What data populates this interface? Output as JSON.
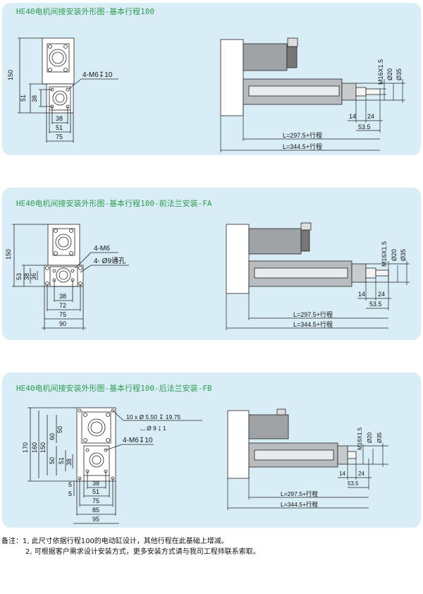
{
  "panels": [
    {
      "title": "HE40电机间接安装外形图-基本行程100",
      "dims": {
        "h150": "150",
        "h51": "51",
        "h38": "38",
        "w38": "38",
        "w51": "51",
        "w75": "75",
        "thread": "4-M6",
        "depth": "10",
        "dia20": "Ø20",
        "dia35": "Ø35",
        "thread_rod": "M16X1.5",
        "d14": "14",
        "d24": "24",
        "d53": "53.5",
        "len1": "L=297.5+行程",
        "len2": "L=344.5+行程"
      }
    },
    {
      "title": "HE40电机间接安装外形图-基本行程100-前法兰安装-FA",
      "dims": {
        "h150": "150",
        "h53": "53",
        "h38": "38",
        "h36": "36",
        "w38": "38",
        "w72": "72",
        "w75": "75",
        "w90": "90",
        "thread": "4-M6",
        "hole": "4- Ø9通孔",
        "dia20": "Ø20",
        "dia35": "Ø35",
        "thread_rod": "M16X1.5",
        "d14": "14",
        "d24": "24",
        "d53": "53.5",
        "len1": "L=297.5+行程",
        "len2": "L=344.5+行程"
      }
    },
    {
      "title": "HE40电机间接安装外形图-基本行程100-后法兰安装-FB",
      "dims": {
        "h170": "170",
        "h160": "160",
        "h150": "150",
        "h60": "60",
        "h50a": "50",
        "h50b": "50",
        "h51": "51",
        "h38": "38",
        "w5a": "5",
        "w5b": "5",
        "w38": "38",
        "w51": "51",
        "w75": "75",
        "w85": "85",
        "w95": "95",
        "holes_spec": "10 x  Ø 5.50  ↧ 19.75",
        "cbore_spec": "⌴ Ø 9  ↧ 1",
        "thread": "4-M6",
        "depth": "10",
        "dia20": "Ø20",
        "dia35": "Ø35",
        "thread_rod": "M16X1.5",
        "d14": "14",
        "d24": "24",
        "d53": "53.5",
        "len1": "L=297.5+行程",
        "len2": "L=344.5+行程"
      }
    }
  ],
  "notes": {
    "line1": "备注：1,  此尺寸依据行程100的电动缸设计，其他行程在此基础上增减。",
    "line2": "2,  可根据客户需求设计安装方式，更多安装方式请与我司工程师联系索取。"
  }
}
